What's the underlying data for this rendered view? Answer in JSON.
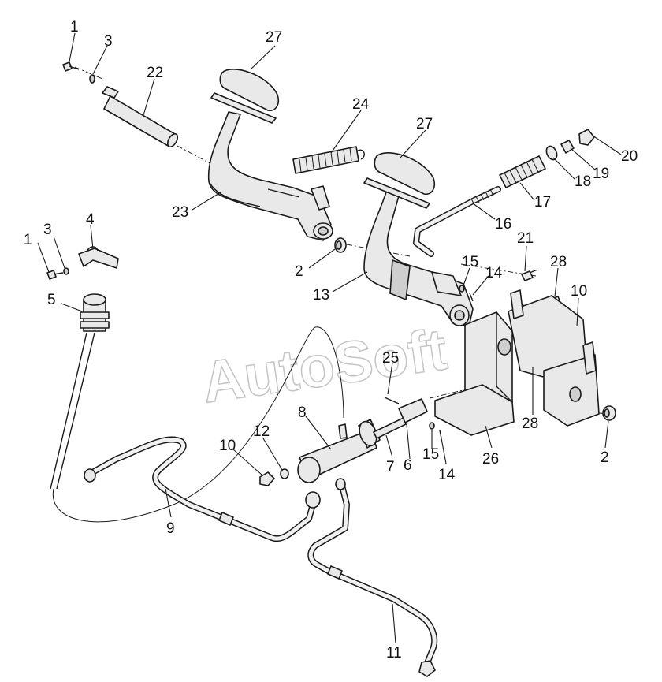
{
  "watermark": "AutoSoft",
  "callouts": [
    {
      "id": "c1a",
      "text": "1"
    },
    {
      "id": "c3a",
      "text": "3"
    },
    {
      "id": "c22",
      "text": "22"
    },
    {
      "id": "c27a",
      "text": "27"
    },
    {
      "id": "c24",
      "text": "24"
    },
    {
      "id": "c27b",
      "text": "27"
    },
    {
      "id": "c20",
      "text": "20"
    },
    {
      "id": "c19",
      "text": "19"
    },
    {
      "id": "c18",
      "text": "18"
    },
    {
      "id": "c17",
      "text": "17"
    },
    {
      "id": "c16",
      "text": "16"
    },
    {
      "id": "c23",
      "text": "23"
    },
    {
      "id": "c1b",
      "text": "1"
    },
    {
      "id": "c3b",
      "text": "3"
    },
    {
      "id": "c4",
      "text": "4"
    },
    {
      "id": "c2a",
      "text": "2"
    },
    {
      "id": "c21",
      "text": "21"
    },
    {
      "id": "c28a",
      "text": "28"
    },
    {
      "id": "c15a",
      "text": "15"
    },
    {
      "id": "c14a",
      "text": "14"
    },
    {
      "id": "c13",
      "text": "13"
    },
    {
      "id": "c10a",
      "text": "10"
    },
    {
      "id": "c5",
      "text": "5"
    },
    {
      "id": "c25",
      "text": "25"
    },
    {
      "id": "c8",
      "text": "8"
    },
    {
      "id": "c12",
      "text": "12"
    },
    {
      "id": "c10b",
      "text": "10"
    },
    {
      "id": "c7",
      "text": "7"
    },
    {
      "id": "c6",
      "text": "6"
    },
    {
      "id": "c15b",
      "text": "15"
    },
    {
      "id": "c14b",
      "text": "14"
    },
    {
      "id": "c26",
      "text": "26"
    },
    {
      "id": "c28b",
      "text": "28"
    },
    {
      "id": "c2b",
      "text": "2"
    },
    {
      "id": "c9",
      "text": "9"
    },
    {
      "id": "c11",
      "text": "11"
    }
  ]
}
